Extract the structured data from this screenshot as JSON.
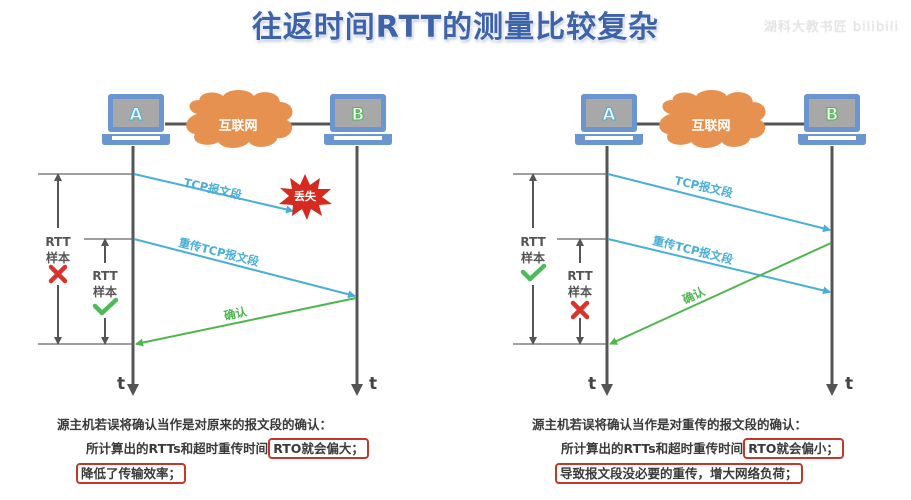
{
  "title": "往返时间RTT的测量比较复杂",
  "watermark": "湖科大教书匠 bilibili",
  "colors": {
    "title": "#3e63a8",
    "segment_arrow": "#4aaed6",
    "ack_arrow": "#4fb54f",
    "lost_burst": "#d42a20",
    "cloud": "#e6914f",
    "laptop_body": "#6a95cf",
    "laptop_screen": "#a6a6a6",
    "timeline": "#555555",
    "highlight_box": "#c0392b",
    "cross": "#d9342b",
    "check": "#4dbb5a"
  },
  "left": {
    "host_a": "A",
    "host_b": "B",
    "cloud_label": "互联网",
    "segment_label": "TCP报文段",
    "lost_label": "丢失",
    "retrans_label": "重传TCP报文段",
    "ack_label": "确认",
    "rtt_outer_label_1": "RTT",
    "rtt_outer_label_2": "样本",
    "rtt_outer_mark": "cross",
    "rtt_inner_label_1": "RTT",
    "rtt_inner_label_2": "样本",
    "rtt_inner_mark": "check",
    "time_a": "t",
    "time_b": "t",
    "caption_line1": "源主机若误将确认当作是对原来的报文段的确认：",
    "caption_line2_prefix": "所计算出的RTTs和超时重传时间",
    "caption_line2_highlight": "RTO就会偏大；",
    "caption_line3_highlight": "降低了传输效率；"
  },
  "right": {
    "host_a": "A",
    "host_b": "B",
    "cloud_label": "互联网",
    "segment_label": "TCP报文段",
    "retrans_label": "重传TCP报文段",
    "ack_label": "确认",
    "rtt_outer_label_1": "RTT",
    "rtt_outer_label_2": "样本",
    "rtt_outer_mark": "check",
    "rtt_inner_label_1": "RTT",
    "rtt_inner_label_2": "样本",
    "rtt_inner_mark": "cross",
    "time_a": "t",
    "time_b": "t",
    "caption_line1": "源主机若误将确认当作是对重传的报文段的确认：",
    "caption_line2_prefix": "所计算出的RTTs和超时重传时间",
    "caption_line2_highlight": "RTO就会偏小；",
    "caption_line3_highlight": "导致报文段没必要的重传，增大网络负荷；"
  }
}
